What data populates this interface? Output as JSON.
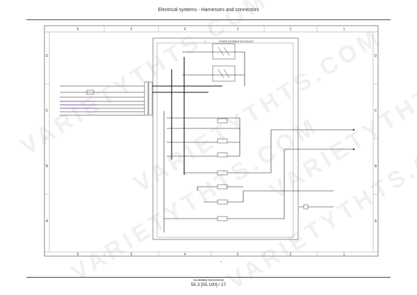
{
  "header": {
    "title": "Electrical systems - Harnesses and connectors"
  },
  "frame": {
    "columns_top": [
      "6",
      "5",
      "4",
      "3",
      "2",
      "1"
    ],
    "columns_bottom": [
      "6",
      "5",
      "4",
      "3",
      "2",
      "1"
    ],
    "rows_left": [
      "D",
      "C",
      "B",
      "A"
    ],
    "rows_right": [
      "D",
      "C",
      "B",
      "A"
    ]
  },
  "diagram": {
    "module_title": "POWER DISTRIBUTION MODULE",
    "bottom_ref": "1"
  },
  "footer": {
    "code": "51499865 09/10/2018",
    "page": "55.3 [55.100] / 17"
  },
  "watermark": {
    "text": "VARIETYTHTS.COM"
  },
  "colors": {
    "wire": "#111111",
    "wire_accent": "#7a2fb0",
    "frame": "#555555"
  }
}
